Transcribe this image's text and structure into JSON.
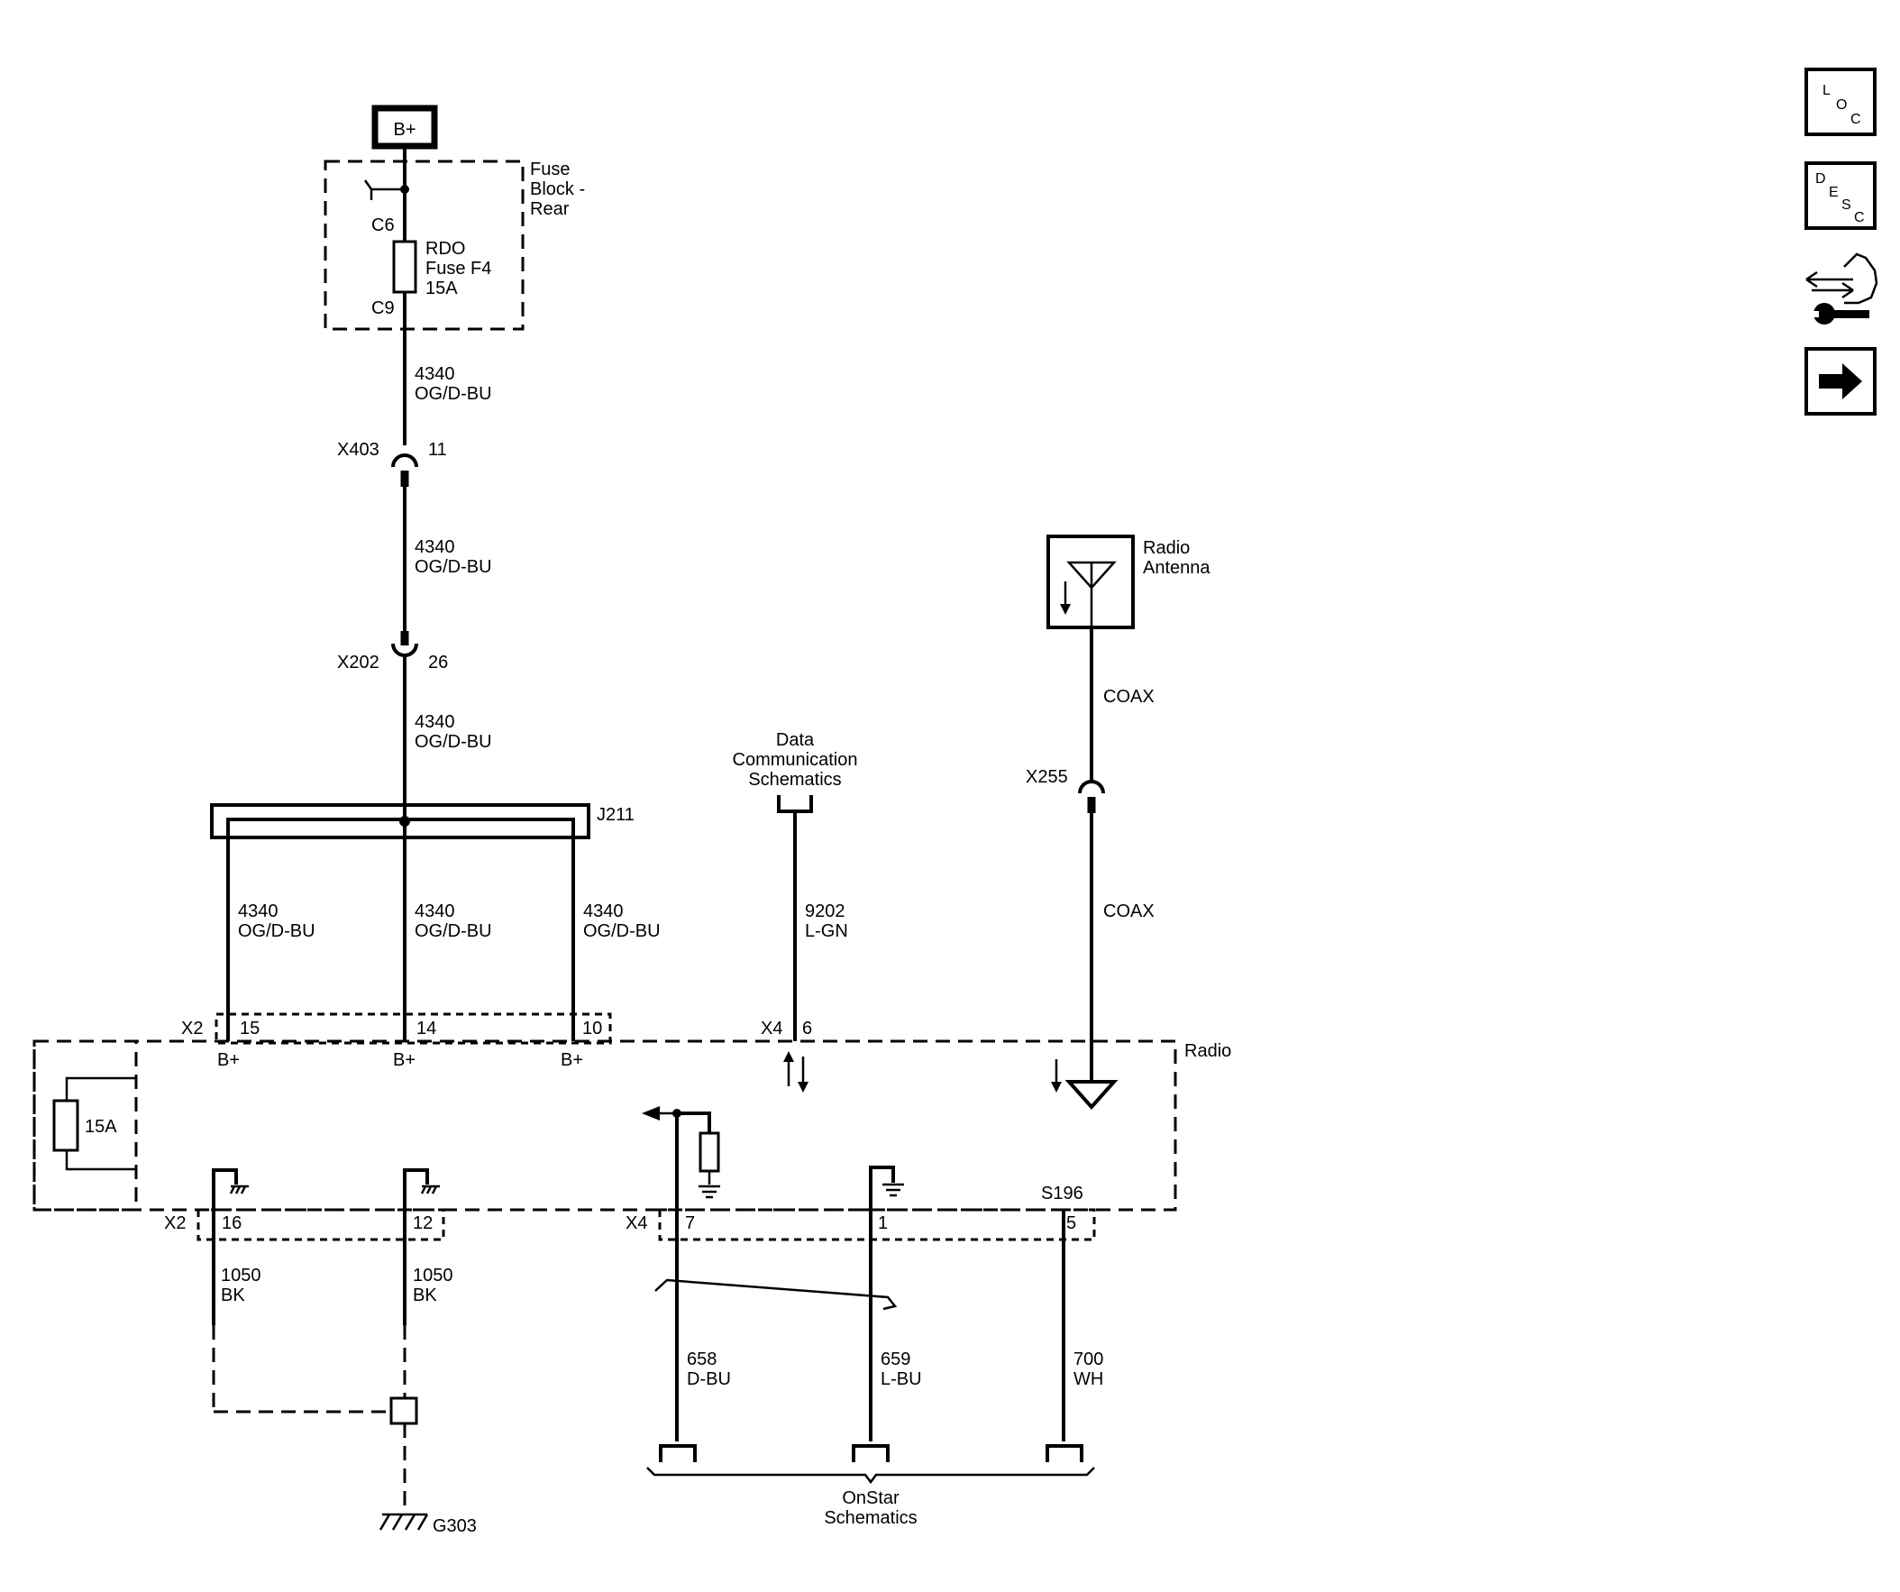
{
  "power": {
    "label": "B+"
  },
  "fuse_block": {
    "title": [
      "Fuse",
      "Block -",
      "Rear"
    ],
    "pin_top": "C6",
    "pin_bottom": "C9",
    "fuse": [
      "RDO",
      "Fuse F4",
      "15A"
    ]
  },
  "wires": {
    "circuit_4340": "4340",
    "color_4340": "OG/D-BU",
    "circuit_9202": "9202",
    "color_9202": "L-GN",
    "coax": "COAX",
    "circuit_1050": "1050",
    "color_1050": "BK",
    "circuit_658": "658",
    "color_658": "D-BU",
    "circuit_659": "659",
    "color_659": "L-BU",
    "circuit_700": "700",
    "color_700": "WH"
  },
  "connectors": {
    "x403": {
      "name": "X403",
      "pin": "11"
    },
    "x202": {
      "name": "X202",
      "pin": "26"
    },
    "j211": "J211",
    "x255": "X255",
    "x2_top": {
      "name": "X2",
      "pins": [
        "15",
        "14",
        "10"
      ]
    },
    "x4_top": {
      "name": "X4",
      "pin": "6"
    },
    "x2_bottom": {
      "name": "X2",
      "pins": [
        "16",
        "12"
      ]
    },
    "x4_bottom": {
      "name": "X4",
      "pins": [
        "7",
        "1",
        "5"
      ]
    },
    "s196": "S196",
    "g303": "G303"
  },
  "references": {
    "data_comm": [
      "Data",
      "Communication",
      "Schematics"
    ],
    "onstar": [
      "OnStar",
      "Schematics"
    ]
  },
  "antenna": [
    "Radio",
    "Antenna"
  ],
  "radio": {
    "label": "Radio",
    "bplus": "B+",
    "internal_fuse": "15A"
  },
  "nav_icons": [
    {
      "name": "location",
      "letters": [
        "L",
        "O",
        "C"
      ]
    },
    {
      "name": "description",
      "letters": [
        "D",
        "E",
        "S",
        "C"
      ]
    },
    {
      "name": "connector-repair"
    },
    {
      "name": "next-page"
    }
  ]
}
